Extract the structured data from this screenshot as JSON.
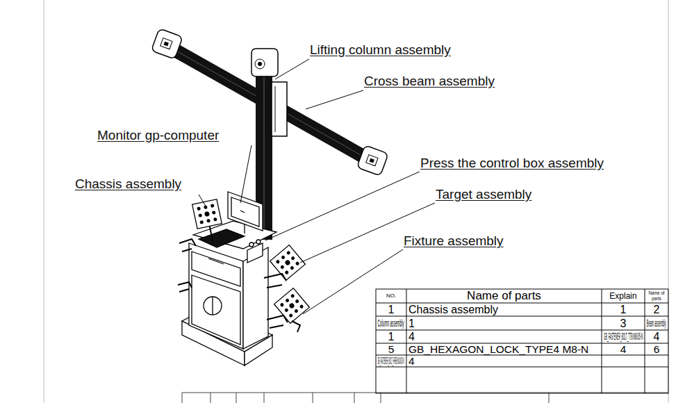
{
  "diagram": {
    "labels": [
      "Lifting column assembly",
      "Cross beam assembly",
      "Monitor gp-computer",
      "Press the control box assembly",
      "Chassis assembly",
      "Target assembly",
      "Fixture assembly",
      "NO.",
      "Name of parts",
      "Explain",
      "Name of parts",
      "1",
      "Chassis assembly",
      "1",
      "2",
      "Column assembly",
      "1",
      "3",
      "Beam assembly",
      "1",
      "4",
      "GB_FASTENER_BOLT_TTB M8X35-N",
      "4",
      "5",
      "GB_HEXAGON_LOCK_TYPE4 M8-N",
      "4",
      "6",
      "GB_FASTENER_BOLT_HFBB M14X30-N",
      "4"
    ]
  }
}
